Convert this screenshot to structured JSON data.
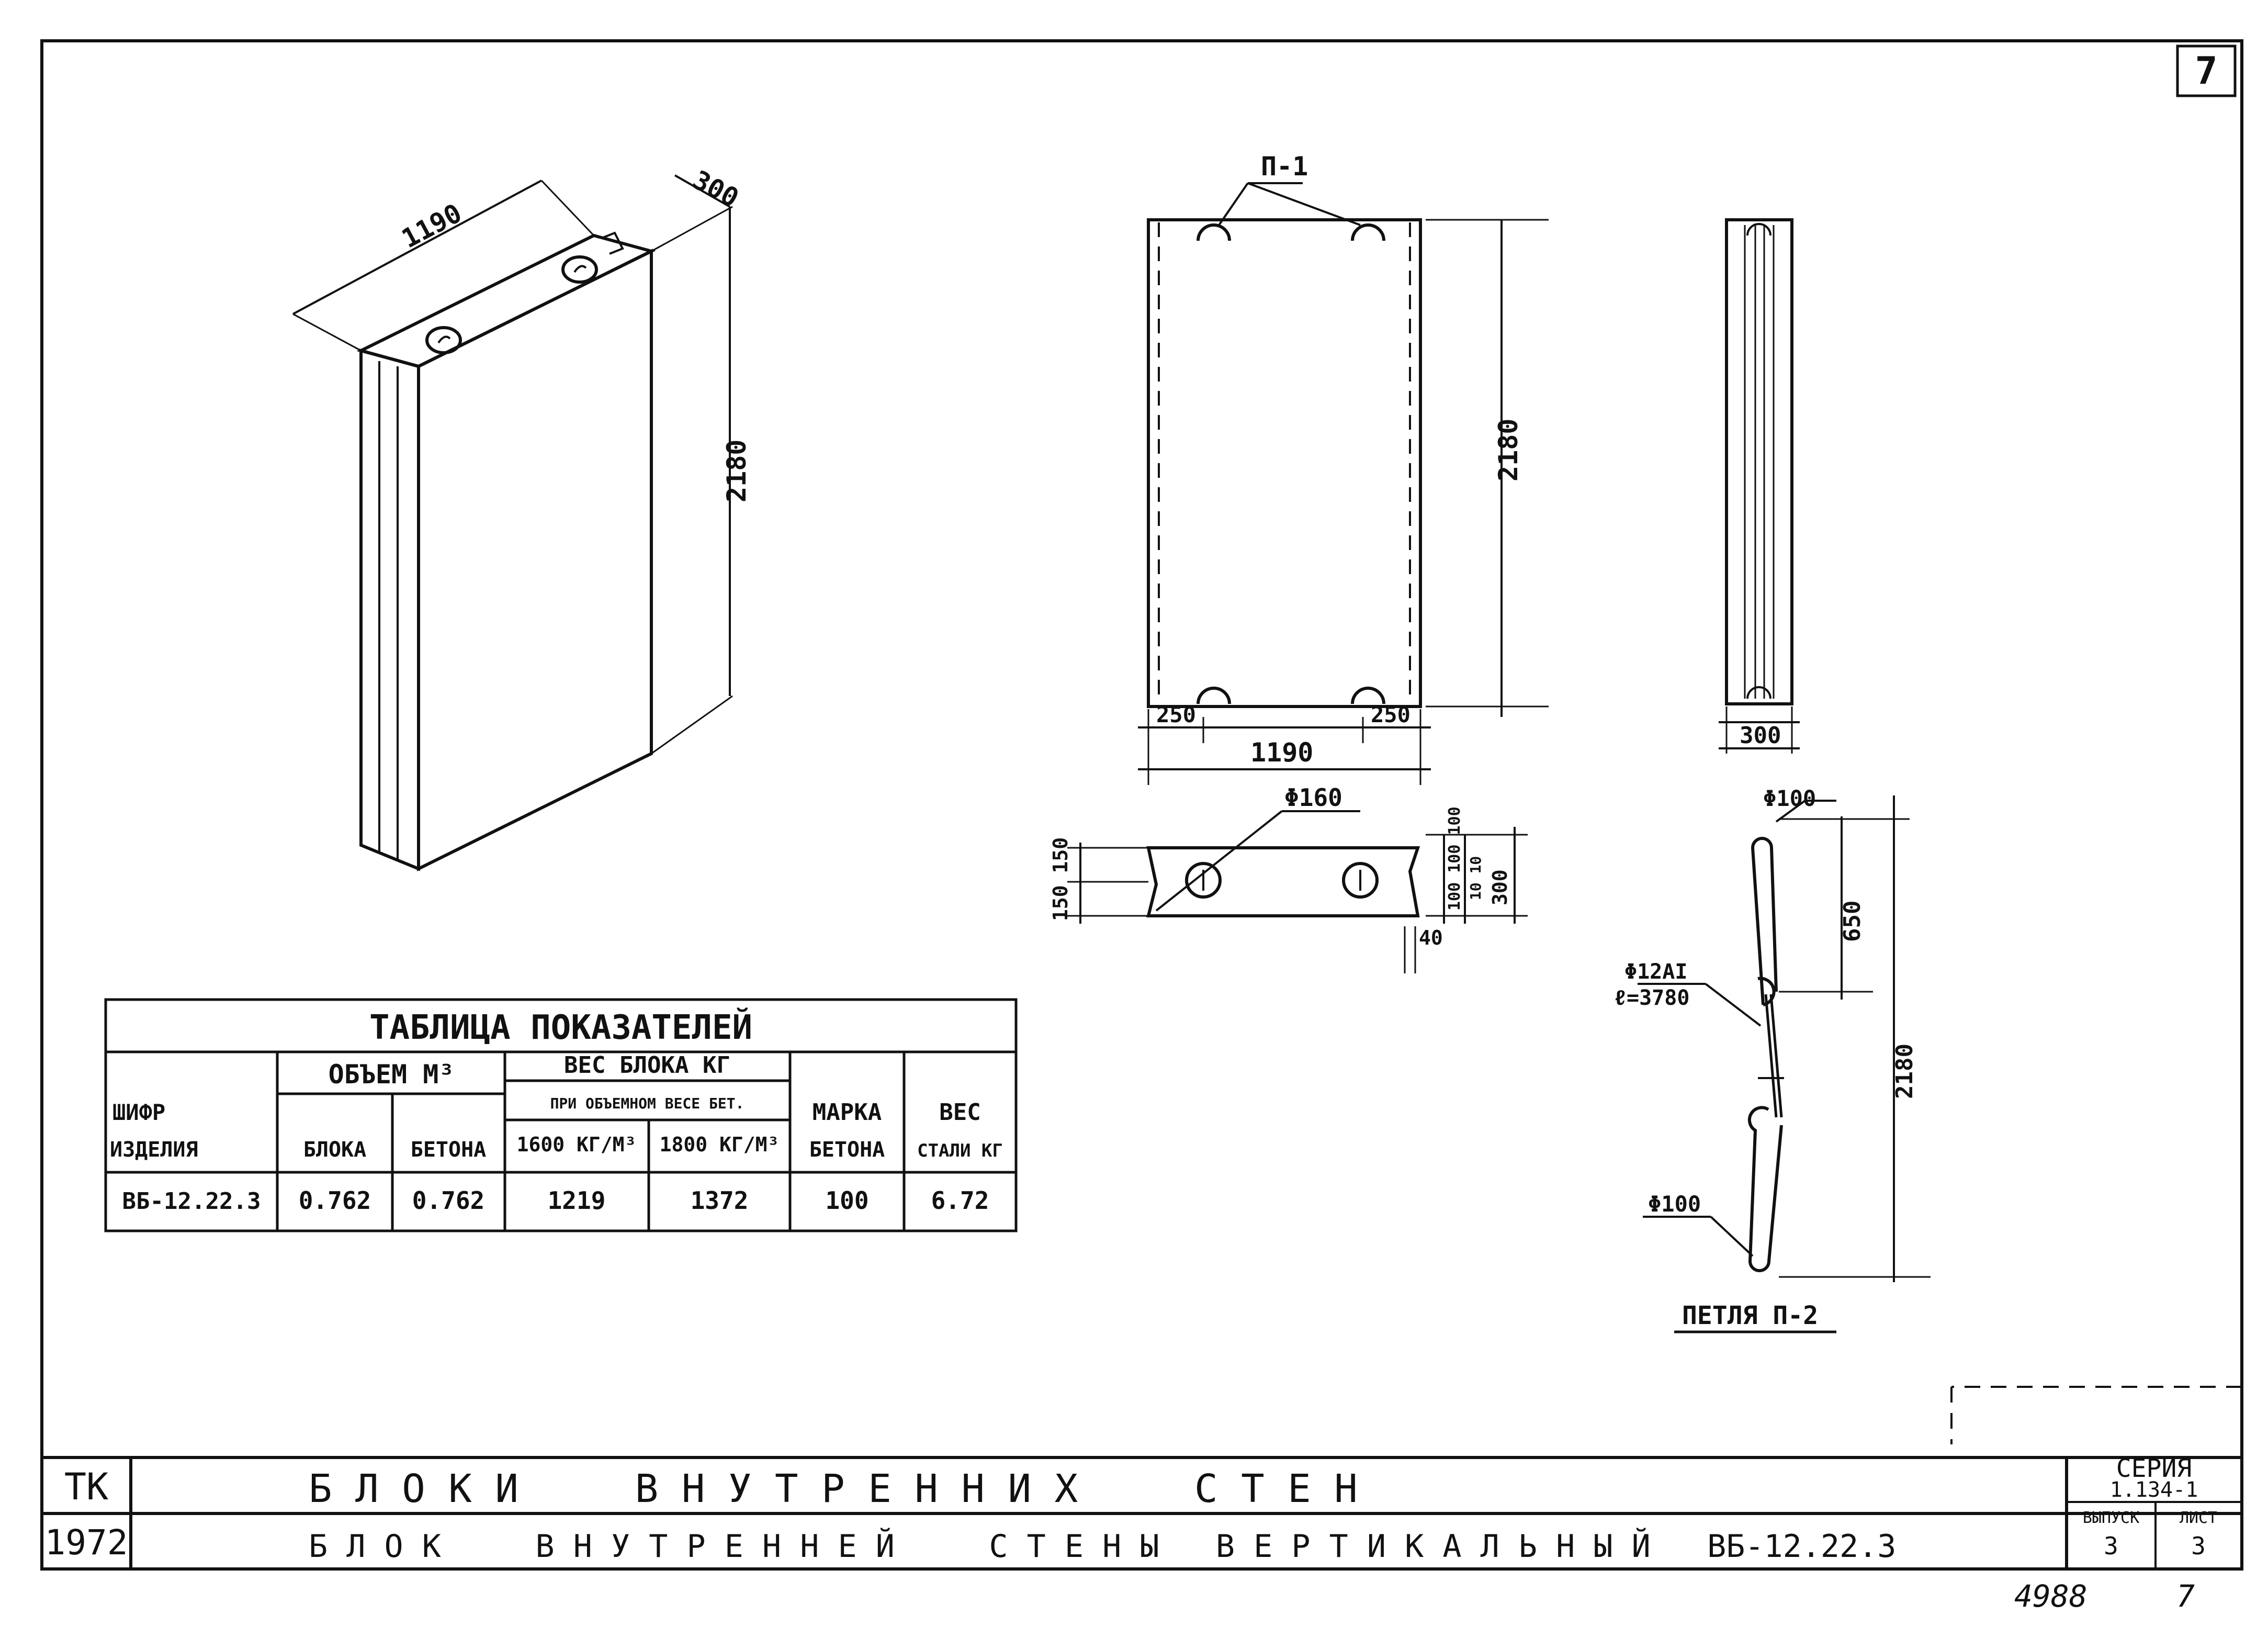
{
  "sheet": {
    "number": "7",
    "archive_no": "4988",
    "archive_sheet": "7"
  },
  "isometric": {
    "dim_length": "1190",
    "dim_thickness": "300",
    "dim_height": "2180"
  },
  "front_view": {
    "loop_label": "П-1",
    "dim_height": "2180",
    "dim_left": "250",
    "dim_right": "250",
    "dim_width": "1190"
  },
  "section": {
    "hole_dia": "Φ160",
    "dim_left": "150 150",
    "dim_right": "100 100 100",
    "dim_right2": "10 10",
    "dim_total": "300",
    "dim_groove": "40"
  },
  "side_view": {
    "dim_thickness": "300"
  },
  "loop": {
    "top_dia": "Φ100",
    "bottom_dia": "Φ100",
    "bar": "Φ12AI",
    "length": "ℓ=3780",
    "dim_top": "650",
    "dim_total": "2180",
    "caption": "ПЕТЛЯ П-2"
  },
  "table": {
    "title": "ТАБЛИЦА ПОКАЗАТЕЛЕЙ",
    "h_code_1": "ШИФР",
    "h_code_2": "ИЗДЕЛИЯ",
    "h_volume": "ОБЪЕМ М³",
    "h_block": "БЛОКА",
    "h_concrete": "БЕТОНА",
    "h_weight": "ВЕС БЛОКА КГ",
    "h_weight_sub": "ПРИ ОБЪЕМНОМ ВЕСЕ БЕТ.",
    "h_w1600": "1600 КГ/М³",
    "h_w1800": "1800 КГ/М³",
    "h_grade_1": "МАРКА",
    "h_grade_2": "БЕТОНА",
    "h_steel_1": "ВЕС",
    "h_steel_2": "СТАЛИ КГ",
    "row": {
      "code": "ВБ-12.22.3",
      "vol_block": "0.762",
      "vol_concrete": "0.762",
      "w1600": "1219",
      "w1800": "1372",
      "grade": "100",
      "steel": "6.72"
    }
  },
  "title_block": {
    "org": "ТК",
    "year": "1972",
    "line1": "Б Л О К И     В Н У Т Р Е Н Н И Х     С Т Е Н",
    "line2": "Б Л О К     В Н У Т Р Е Н Н Е Й     С Т Е Н Ы   В Е Р Т И К А Л Ь Н Ы Й   ВБ-12.22.3",
    "series_label": "СЕРИЯ",
    "series": "1.134-1",
    "issue_label": "ВЫПУСК",
    "issue": "3",
    "sheet_label": "ЛИСТ",
    "sheet": "3"
  }
}
